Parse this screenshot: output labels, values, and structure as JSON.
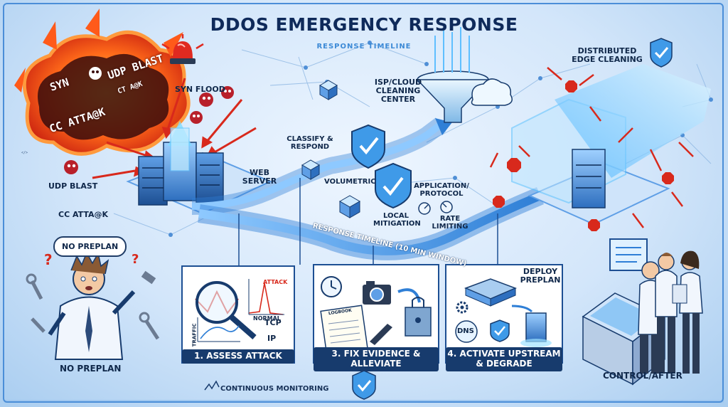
{
  "title": "DDOS EMERGENCY RESPONSE",
  "subtitle": "RESPONSE TIMELINE",
  "attack_cloud": {
    "texts": [
      "SYN",
      "UDP BLAST",
      "CC ATTA@K",
      "CT A@K"
    ]
  },
  "attack_types": {
    "syn_flood": "SYN FLOOD",
    "udp_blast": "UDP BLAST",
    "cc_attack": "CC ATTA@K"
  },
  "labels": {
    "web_server": "WEB SERVER",
    "classify": "CLASSIFY & RESPOND",
    "volumetric": "VOLUMETRIC",
    "local_mitigation": "LOCAL MITIGATION",
    "app_protocol": "APPLICATION/ PROTOCOL",
    "rate_limiting": "RATE LIMITING",
    "isp_center": "ISP/CLOUD CLEANING CENTER",
    "edge_cleaning": "DISTRIBUTED EDGE CLEANING",
    "timeline": "RESPONSE TIMELINE (10 MIN WINDOW)",
    "no_preplan_bubble": "NO PREPLAN",
    "no_preplan": "NO PREPLAN",
    "control_after": "CONTROL/AFTER",
    "monitoring": "CONTINUOUS MONITORING"
  },
  "panels": {
    "assess": {
      "caption": "1. ASSESS ATTACK",
      "attack": "ATTACK",
      "normal": "NORMAL",
      "traffic": "TRAFFIC",
      "tcp": "TCP",
      "ip": "IP"
    },
    "evidence": {
      "caption": "3. FIX EVIDENCE & ALLEVIATE",
      "logbook": "LOGBOOK"
    },
    "upstream": {
      "caption": "4. ACTIVATE UPSTREAM & DEGRADE",
      "deploy": "DEPLOY PREPLAN",
      "dns": "DNS"
    }
  },
  "colors": {
    "accent": "#2f7fd6",
    "navy": "#173b6d",
    "danger": "#d8291c",
    "fire": "#ff6a1a",
    "glow": "#59c2ff"
  },
  "icons": [
    "siren-icon",
    "skull-icon",
    "shield-check-icon",
    "funnel-icon",
    "magnifier-icon",
    "stopwatch-icon",
    "camera-icon",
    "clipboard-icon",
    "padlock-icon",
    "dns-icon",
    "gear-icon",
    "monitor-icon",
    "server-icon"
  ]
}
